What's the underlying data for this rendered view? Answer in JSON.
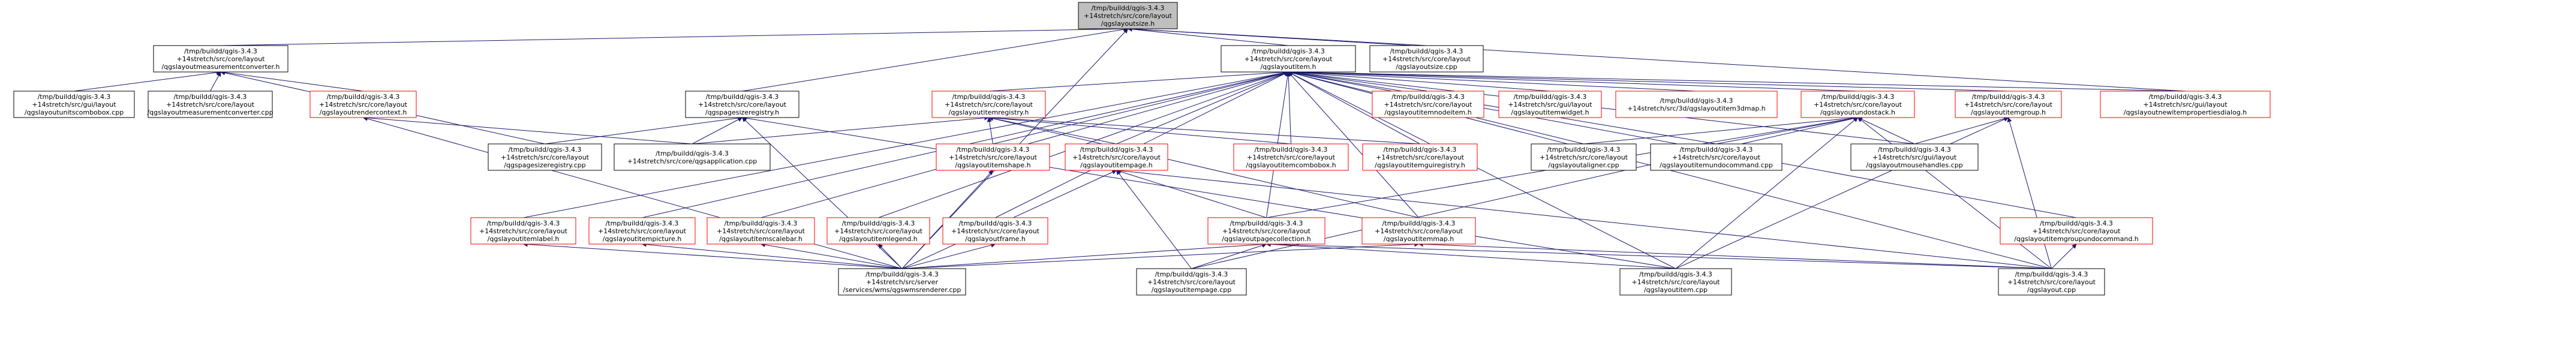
{
  "graph": {
    "colors": {
      "edge": "#191970",
      "focus_fill": "#bfbfbf",
      "node_border": "#000000",
      "missing_border": "#ff0000"
    },
    "nodes": [
      {
        "id": "n0",
        "lines": [
          "/tmp/buildd/qgis-3.4.3",
          "+14stretch/src/core/layout",
          "/qgslayoutsize.h"
        ],
        "focus": true
      },
      {
        "id": "n1",
        "lines": [
          "/tmp/buildd/qgis-3.4.3",
          "+14stretch/src/core/layout",
          "/qgslayoutmeasurementconverter.h"
        ]
      },
      {
        "id": "n2",
        "lines": [
          "/tmp/buildd/qgis-3.4.3",
          "+14stretch/src/core/layout",
          "/qgslayoutitem.h"
        ]
      },
      {
        "id": "n3",
        "lines": [
          "/tmp/buildd/qgis-3.4.3",
          "+14stretch/src/core/layout",
          "/qgslayoutsize.cpp"
        ]
      },
      {
        "id": "n4",
        "lines": [
          "/tmp/buildd/qgis-3.4.3",
          "+14stretch/src/gui/layout",
          "/qgslayoutunitscombobox.cpp"
        ]
      },
      {
        "id": "n5",
        "lines": [
          "/tmp/buildd/qgis-3.4.3",
          "+14stretch/src/core/layout",
          "/qgslayoutmeasurementconverter.cpp"
        ]
      },
      {
        "id": "n6",
        "lines": [
          "/tmp/buildd/qgis-3.4.3",
          "+14stretch/src/core/layout",
          "/qgslayoutrendercontext.h"
        ],
        "red": true
      },
      {
        "id": "n7",
        "lines": [
          "/tmp/buildd/qgis-3.4.3",
          "+14stretch/src/core/layout",
          "/qgspagesizeregistry.h"
        ]
      },
      {
        "id": "n8",
        "lines": [
          "/tmp/buildd/qgis-3.4.3",
          "+14stretch/src/core/layout",
          "/qgslayoutitemregistry.h"
        ],
        "red": true
      },
      {
        "id": "n9",
        "lines": [
          "/tmp/buildd/qgis-3.4.3",
          "+14stretch/src/core/layout",
          "/qgslayoutitemnodeitem.h"
        ],
        "red": true
      },
      {
        "id": "n10",
        "lines": [
          "/tmp/buildd/qgis-3.4.3",
          "+14stretch/src/gui/layout",
          "/qgslayoutitemwidget.h"
        ],
        "red": true
      },
      {
        "id": "n11",
        "lines": [
          "/tmp/buildd/qgis-3.4.3",
          "+14stretch/src/3d/qgslayoutitem3dmap.h"
        ],
        "red": true
      },
      {
        "id": "n12",
        "lines": [
          "/tmp/buildd/qgis-3.4.3",
          "+14stretch/src/core/layout",
          "/qgslayoutundostack.h"
        ],
        "red": true
      },
      {
        "id": "n13",
        "lines": [
          "/tmp/buildd/qgis-3.4.3",
          "+14stretch/src/core/layout",
          "/qgslayoutitemgroup.h"
        ],
        "red": true
      },
      {
        "id": "n14",
        "lines": [
          "/tmp/buildd/qgis-3.4.3",
          "+14stretch/src/gui/layout",
          "/qgslayoutnewitempropertiesdialog.h"
        ],
        "red": true
      },
      {
        "id": "n15",
        "lines": [
          "/tmp/buildd/qgis-3.4.3",
          "+14stretch/src/core/layout",
          "/qgspagesizeregistry.cpp"
        ]
      },
      {
        "id": "n16",
        "lines": [
          "/tmp/buildd/qgis-3.4.3",
          "+14stretch/src/core/qgsapplication.cpp"
        ]
      },
      {
        "id": "n17",
        "lines": [
          "/tmp/buildd/qgis-3.4.3",
          "+14stretch/src/core/layout",
          "/qgslayoutitemshape.h"
        ],
        "red": true
      },
      {
        "id": "n18",
        "lines": [
          "/tmp/buildd/qgis-3.4.3",
          "+14stretch/src/core/layout",
          "/qgslayoutitempage.h"
        ],
        "red": true
      },
      {
        "id": "n19",
        "lines": [
          "/tmp/buildd/qgis-3.4.3",
          "+14stretch/src/core/layout",
          "/qgslayoutitemcombobox.h"
        ],
        "red": true
      },
      {
        "id": "n20",
        "lines": [
          "/tmp/buildd/qgis-3.4.3",
          "+14stretch/src/core/layout",
          "/qgslayoutitemguiregistry.h"
        ],
        "red": true
      },
      {
        "id": "n21",
        "lines": [
          "/tmp/buildd/qgis-3.4.3",
          "+14stretch/src/core/layout",
          "/qgslayoutaligner.cpp"
        ]
      },
      {
        "id": "n22",
        "lines": [
          "/tmp/buildd/qgis-3.4.3",
          "+14stretch/src/core/layout",
          "/qgslayoutitemundocommand.cpp"
        ]
      },
      {
        "id": "n23",
        "lines": [
          "/tmp/buildd/qgis-3.4.3",
          "+14stretch/src/gui/layout",
          "/qgslayoutmousehandles.cpp"
        ]
      },
      {
        "id": "n24",
        "lines": [
          "/tmp/buildd/qgis-3.4.3",
          "+14stretch/src/core/layout",
          "/qgslayoutitemlabel.h"
        ],
        "red": true
      },
      {
        "id": "n25",
        "lines": [
          "/tmp/buildd/qgis-3.4.3",
          "+14stretch/src/core/layout",
          "/qgslayoutitempicture.h"
        ],
        "red": true
      },
      {
        "id": "n26",
        "lines": [
          "/tmp/buildd/qgis-3.4.3",
          "+14stretch/src/core/layout",
          "/qgslayoutitemscalebar.h"
        ],
        "red": true
      },
      {
        "id": "n27",
        "lines": [
          "/tmp/buildd/qgis-3.4.3",
          "+14stretch/src/core/layout",
          "/qgslayoutitemlegend.h"
        ],
        "red": true
      },
      {
        "id": "n28",
        "lines": [
          "/tmp/buildd/qgis-3.4.3",
          "+14stretch/src/core/layout",
          "/qgslayoutframe.h"
        ],
        "red": true
      },
      {
        "id": "n29",
        "lines": [
          "/tmp/buildd/qgis-3.4.3",
          "+14stretch/src/core/layout",
          "/qgslayoutpagecollection.h"
        ],
        "red": true
      },
      {
        "id": "n30",
        "lines": [
          "/tmp/buildd/qgis-3.4.3",
          "+14stretch/src/core/layout",
          "/qgslayoutitemmap.h"
        ],
        "red": true
      },
      {
        "id": "n31",
        "lines": [
          "/tmp/buildd/qgis-3.4.3",
          "+14stretch/src/core/layout",
          "/qgslayoutitemgroupundocommand.h"
        ],
        "red": true
      },
      {
        "id": "n32",
        "lines": [
          "/tmp/buildd/qgis-3.4.3",
          "+14stretch/src/server",
          "/services/wms/qgswmsrenderer.cpp"
        ]
      },
      {
        "id": "n33",
        "lines": [
          "/tmp/buildd/qgis-3.4.3",
          "+14stretch/src/core/layout",
          "/qgslayoutitempage.cpp"
        ]
      },
      {
        "id": "n34",
        "lines": [
          "/tmp/buildd/qgis-3.4.3",
          "+14stretch/src/core/layout",
          "/qgslayoutitem.cpp"
        ]
      },
      {
        "id": "n35",
        "lines": [
          "/tmp/buildd/qgis-3.4.3",
          "+14stretch/src/core/layout",
          "/qgslayout.cpp"
        ]
      }
    ],
    "edges": [
      [
        "n0",
        "n1"
      ],
      [
        "n0",
        "n2"
      ],
      [
        "n0",
        "n3"
      ],
      [
        "n0",
        "n7"
      ],
      [
        "n0",
        "n14"
      ],
      [
        "n0",
        "n32"
      ],
      [
        "n1",
        "n4"
      ],
      [
        "n1",
        "n5"
      ],
      [
        "n1",
        "n6"
      ],
      [
        "n1",
        "n15"
      ],
      [
        "n6",
        "n16"
      ],
      [
        "n6",
        "n32"
      ],
      [
        "n7",
        "n15"
      ],
      [
        "n7",
        "n16"
      ],
      [
        "n7",
        "n32"
      ],
      [
        "n7",
        "n34"
      ],
      [
        "n2",
        "n8"
      ],
      [
        "n2",
        "n9"
      ],
      [
        "n2",
        "n10"
      ],
      [
        "n2",
        "n11"
      ],
      [
        "n2",
        "n12"
      ],
      [
        "n2",
        "n13"
      ],
      [
        "n2",
        "n14"
      ],
      [
        "n2",
        "n17"
      ],
      [
        "n2",
        "n18"
      ],
      [
        "n2",
        "n19"
      ],
      [
        "n2",
        "n20"
      ],
      [
        "n2",
        "n21"
      ],
      [
        "n2",
        "n22"
      ],
      [
        "n2",
        "n23"
      ],
      [
        "n2",
        "n24"
      ],
      [
        "n2",
        "n25"
      ],
      [
        "n2",
        "n26"
      ],
      [
        "n2",
        "n27"
      ],
      [
        "n2",
        "n28"
      ],
      [
        "n2",
        "n29"
      ],
      [
        "n2",
        "n30"
      ],
      [
        "n2",
        "n31"
      ],
      [
        "n2",
        "n34"
      ],
      [
        "n2",
        "n35"
      ],
      [
        "n8",
        "n16"
      ],
      [
        "n8",
        "n17"
      ],
      [
        "n8",
        "n18"
      ],
      [
        "n8",
        "n19"
      ],
      [
        "n8",
        "n20"
      ],
      [
        "n8",
        "n30"
      ],
      [
        "n12",
        "n21"
      ],
      [
        "n12",
        "n22"
      ],
      [
        "n12",
        "n23"
      ],
      [
        "n12",
        "n29"
      ],
      [
        "n12",
        "n33"
      ],
      [
        "n12",
        "n34"
      ],
      [
        "n12",
        "n35"
      ],
      [
        "n13",
        "n23"
      ],
      [
        "n13",
        "n34"
      ],
      [
        "n13",
        "n35"
      ],
      [
        "n17",
        "n32"
      ],
      [
        "n18",
        "n29"
      ],
      [
        "n18",
        "n32"
      ],
      [
        "n18",
        "n33"
      ],
      [
        "n18",
        "n35"
      ],
      [
        "n24",
        "n32"
      ],
      [
        "n25",
        "n32"
      ],
      [
        "n26",
        "n32"
      ],
      [
        "n27",
        "n32"
      ],
      [
        "n28",
        "n32"
      ],
      [
        "n29",
        "n32"
      ],
      [
        "n29",
        "n33"
      ],
      [
        "n29",
        "n34"
      ],
      [
        "n29",
        "n35"
      ],
      [
        "n30",
        "n32"
      ],
      [
        "n30",
        "n35"
      ],
      [
        "n31",
        "n35"
      ]
    ]
  }
}
